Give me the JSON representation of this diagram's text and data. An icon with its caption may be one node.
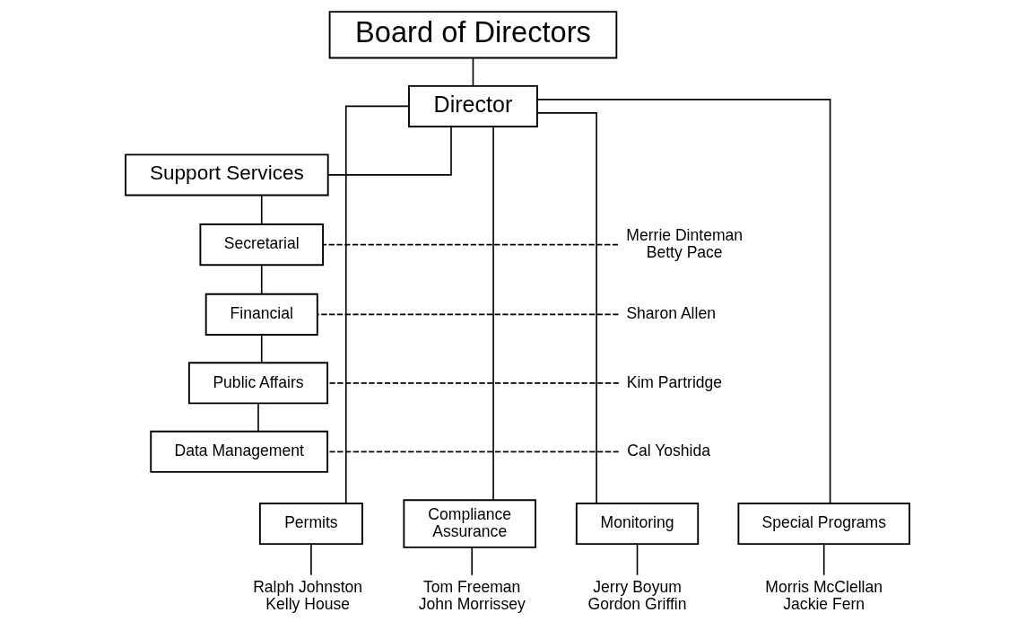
{
  "diagram": {
    "nodes": [
      {
        "text": [
          "Board of Directors"
        ]
      },
      {
        "text": [
          "Director"
        ]
      },
      {
        "text": [
          "Support Services"
        ]
      },
      {
        "text": [
          "Secretarial"
        ]
      },
      {
        "text": [
          "Financial"
        ]
      },
      {
        "text": [
          "Public Affairs"
        ]
      },
      {
        "text": [
          "Data Management"
        ]
      },
      {
        "text": [
          "Merrie Dinteman",
          "Betty Pace"
        ]
      },
      {
        "text": [
          "Sharon Allen"
        ]
      },
      {
        "text": [
          "Kim Partridge"
        ]
      },
      {
        "text": [
          "Cal Yoshida"
        ]
      },
      {
        "text": [
          "Permits"
        ]
      },
      {
        "text": [
          "Compliance Assurance"
        ]
      },
      {
        "text": [
          "Monitoring"
        ]
      },
      {
        "text": [
          "Special Programs"
        ]
      },
      {
        "text": [
          "Ralph Johnston",
          "Kelly House"
        ]
      },
      {
        "text": [
          "Tom Freeman",
          "John Morrissey"
        ]
      },
      {
        "text": [
          "Jerry Boyum",
          "Gordon Griffin"
        ]
      },
      {
        "text": [
          "Morris McClellan",
          "Jackie Fern"
        ]
      }
    ],
    "edges": [
      {
        "from": 0,
        "to": 1,
        "arrow": "none"
      },
      {
        "from": 1,
        "to": 2,
        "arrow": "none"
      },
      {
        "from": 2,
        "to": 3,
        "arrow": "none"
      },
      {
        "from": 3,
        "to": 4,
        "arrow": "none"
      },
      {
        "from": 4,
        "to": 5,
        "arrow": "none"
      },
      {
        "from": 5,
        "to": 6,
        "arrow": "none"
      },
      {
        "from": 7,
        "to": 3,
        "arrow": "none",
        "style": "dashed"
      },
      {
        "from": 8,
        "to": 4,
        "arrow": "none",
        "style": "dashed"
      },
      {
        "from": 9,
        "to": 5,
        "arrow": "none",
        "style": "dashed"
      },
      {
        "from": 10,
        "to": 6,
        "arrow": "none",
        "style": "dashed"
      },
      {
        "from": 1,
        "to": 11,
        "arrow": "none"
      },
      {
        "from": 1,
        "to": 12,
        "arrow": "none"
      },
      {
        "from": 1,
        "to": 13,
        "arrow": "none"
      },
      {
        "from": 1,
        "to": 14,
        "arrow": "none"
      },
      {
        "from": 11,
        "to": 15,
        "arrow": "none"
      },
      {
        "from": 12,
        "to": 16,
        "arrow": "none"
      },
      {
        "from": 13,
        "to": 17,
        "arrow": "none"
      },
      {
        "from": 14,
        "to": 18,
        "arrow": "none"
      }
    ]
  }
}
